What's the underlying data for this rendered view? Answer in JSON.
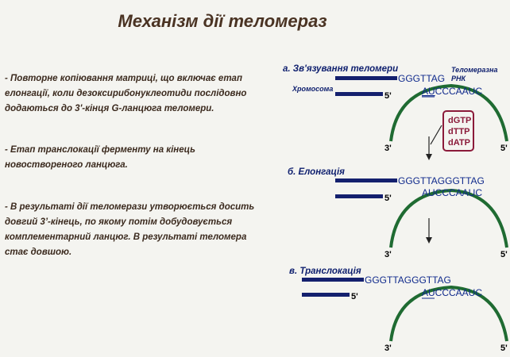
{
  "title": "Механізм дії теломераз",
  "paragraphs": [
    "- Повторне копіювання матриці, що включає етап елонгації, коли дезоксирибонуклеотиди послідовно додаються до 3'-кінця G-ланцюга теломери.",
    "- Етап транслокації ферменту на кінець новоствореного ланцюга.",
    "- В результаті дії теломерази утворюється досить довгий 3’-кінець, по якому потім добудовується комплементарний ланцюг. В результаті теломера стає довшою."
  ],
  "diagram": {
    "stage_a": "а. Зв'язування теломери",
    "stage_b": "б. Елонгація",
    "stage_c": "в. Транслокація",
    "chromosome_label": "Хромосома",
    "rna_label_1": "Теломеразна",
    "rna_label_2": "РНК",
    "seq_a": "GGGTTAG",
    "seq_b": "GGGTTAGGGTTAG",
    "seq_c": "GGGTTAGGGTTAG",
    "rna_seq_a_underlined": "AU",
    "rna_seq_a_rest": "CCCAAUC",
    "rna_seq_b": "AUCCCAAUC",
    "rna_seq_c_underlined": "AU",
    "rna_seq_c_rest": "CCCAAUC",
    "end_5": "5'",
    "end_3": "3'",
    "nucleotides": [
      "dGTP",
      "dTTP",
      "dATP"
    ]
  },
  "colors": {
    "dna_strand": "#14206e",
    "rna_arc": "#1f6b32",
    "nucleotide_box": "#8b1a3a",
    "title": "#4a3323"
  }
}
